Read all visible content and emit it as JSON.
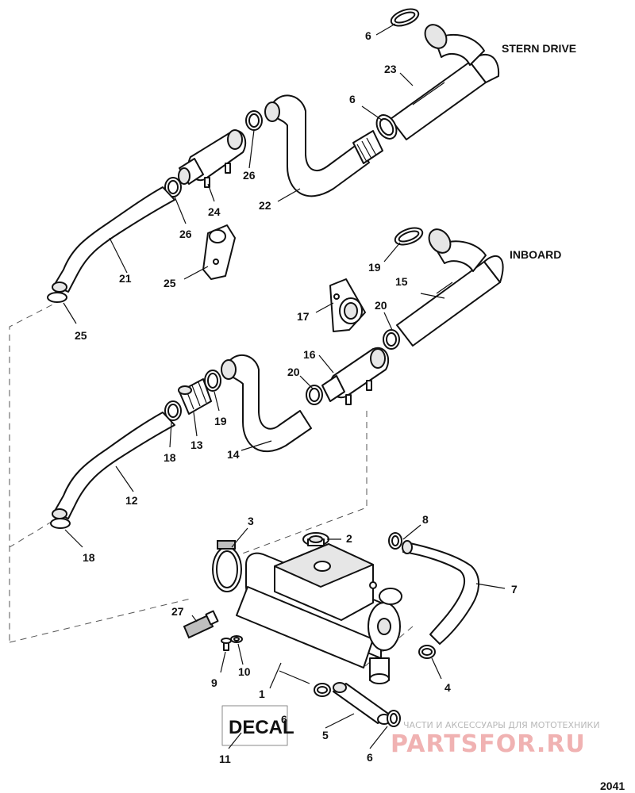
{
  "diagram": {
    "sections": {
      "stern_drive": "STERN DRIVE",
      "inboard": "INBOARD"
    },
    "decal_text": "DECAL",
    "figure_number": "2041",
    "callouts": {
      "c1": "1",
      "c2": "2",
      "c3": "3",
      "c4": "4",
      "c5": "5",
      "c6a": "6",
      "c6b": "6",
      "c6c": "6",
      "c6d": "6",
      "c7": "7",
      "c8": "8",
      "c9": "9",
      "c10": "10",
      "c11": "11",
      "c12": "12",
      "c13": "13",
      "c14": "14",
      "c15": "15",
      "c16": "16",
      "c17": "17",
      "c18a": "18",
      "c18b": "18",
      "c19a": "19",
      "c19b": "19",
      "c20a": "20",
      "c20b": "20",
      "c21": "21",
      "c22": "22",
      "c23": "23",
      "c24": "24",
      "c25a": "25",
      "c25b": "25",
      "c26a": "26",
      "c26b": "26",
      "c27": "27"
    }
  },
  "watermark": {
    "tagline": "ЧАСТИ И АКСЕССУАРЫ ДЛЯ МОТОТЕХНИКИ",
    "brand": "PARTSFOR.RU",
    "brand_color": "#f0b2b2"
  }
}
